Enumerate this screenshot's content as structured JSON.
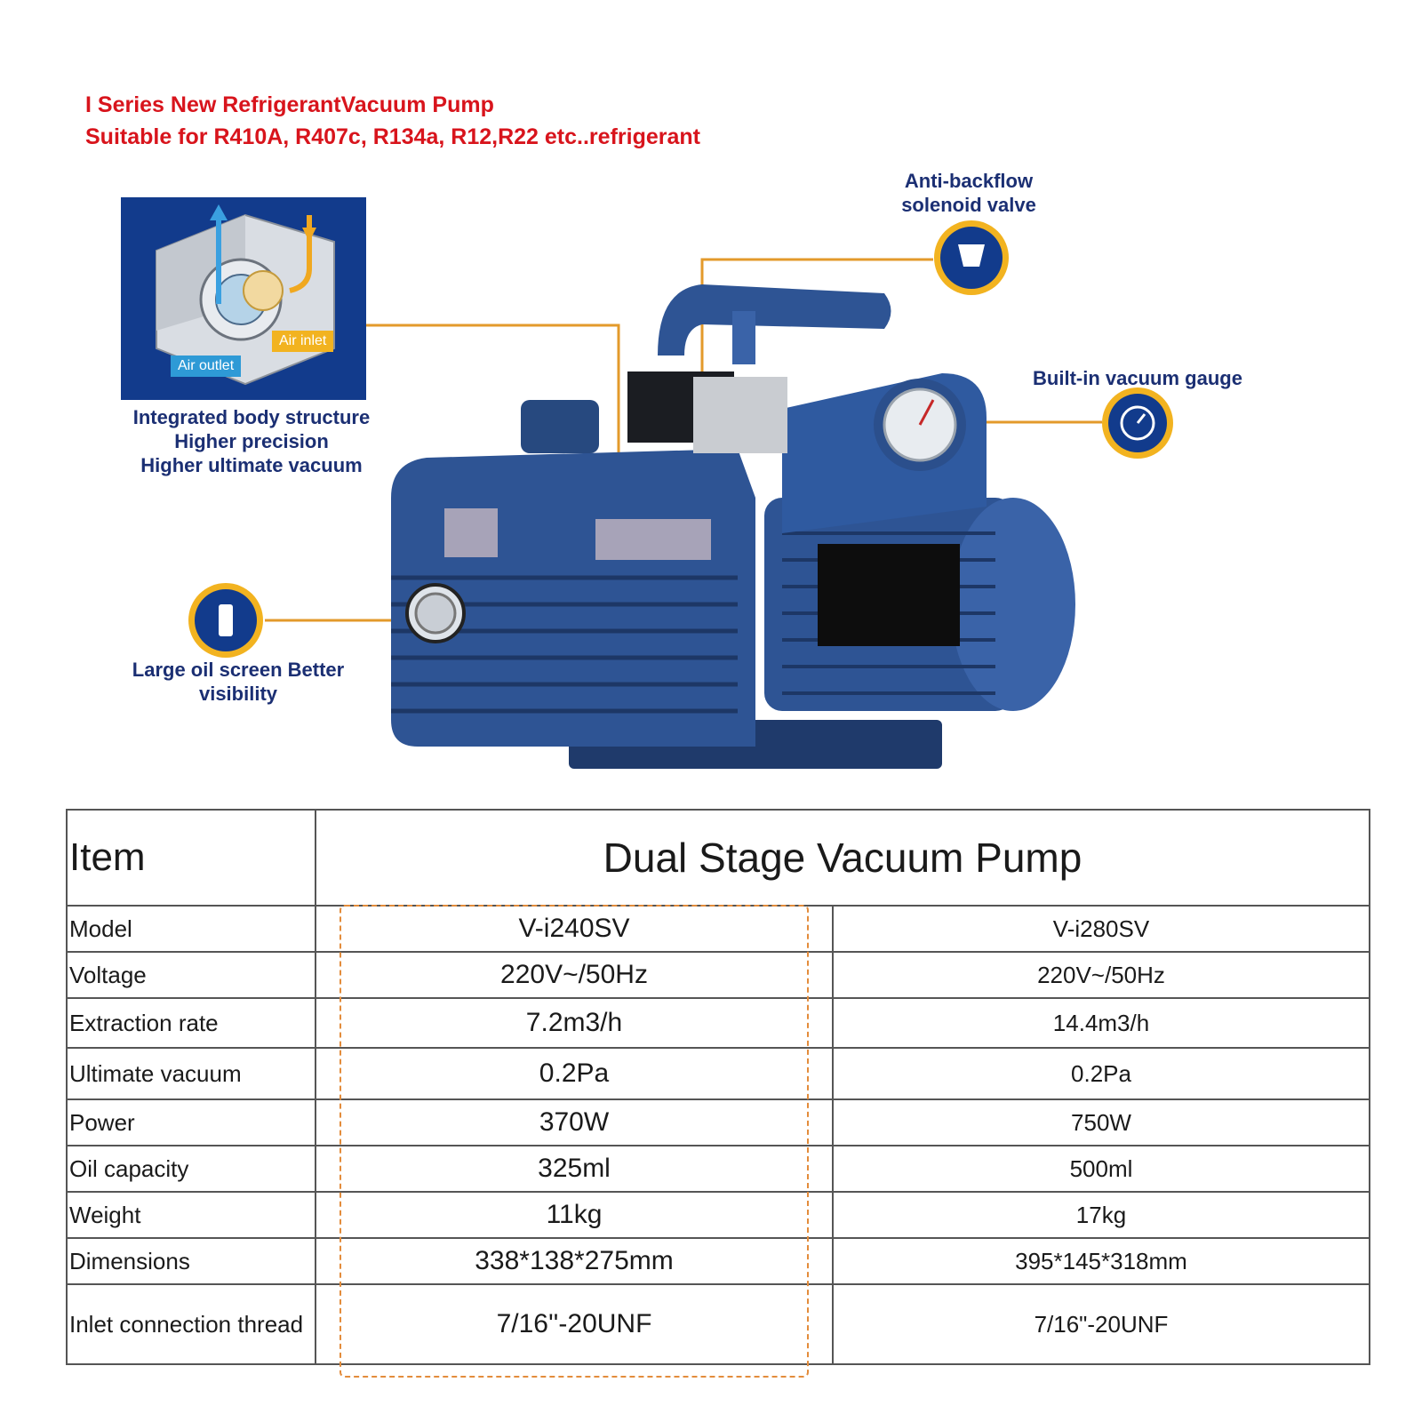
{
  "header": {
    "line1": "I Series New RefrigerantVacuum Pump",
    "line2": "Suitable for R410A, R407c, R134a, R12,R22 etc..refrigerant"
  },
  "inset": {
    "air_inlet": "Air inlet",
    "air_outlet": "Air outlet"
  },
  "callouts": {
    "integrated": [
      "Integrated body structure",
      "Higher precision",
      "Higher ultimate vacuum"
    ],
    "valve": [
      "Anti-backflow",
      "solenoid valve"
    ],
    "gauge": "Built-in vacuum gauge",
    "oil": [
      "Large oil screen Better",
      "visibility"
    ]
  },
  "table": {
    "item_label": "Item",
    "title": "Dual Stage Vacuum Pump",
    "rows": [
      {
        "label": "Model",
        "v1": "V-i240SV",
        "v2": "V-i280SV"
      },
      {
        "label": "Voltage",
        "v1": "220V~/50Hz",
        "v2": "220V~/50Hz"
      },
      {
        "label": "Extraction rate",
        "v1": "7.2m3/h",
        "v2": "14.4m3/h"
      },
      {
        "label": "Ultimate vacuum",
        "v1": "0.2Pa",
        "v2": "0.2Pa"
      },
      {
        "label": "Power",
        "v1": "370W",
        "v2": "750W"
      },
      {
        "label": "Oil capacity",
        "v1": "325ml",
        "v2": "500ml"
      },
      {
        "label": "Weight",
        "v1": "11kg",
        "v2": "17kg"
      },
      {
        "label": "Dimensions",
        "v1": "338*138*275mm",
        "v2": "395*145*318mm"
      },
      {
        "label": "Inlet connection thread",
        "v1": "7/16''-20UNF",
        "v2": "7/16\"-20UNF"
      }
    ]
  },
  "colors": {
    "headline": "#d8141c",
    "callout_text": "#1b2f73",
    "pump_body": "#2e5494",
    "leader_line": "#e39a2b",
    "dashed_highlight": "#e38c3b"
  }
}
